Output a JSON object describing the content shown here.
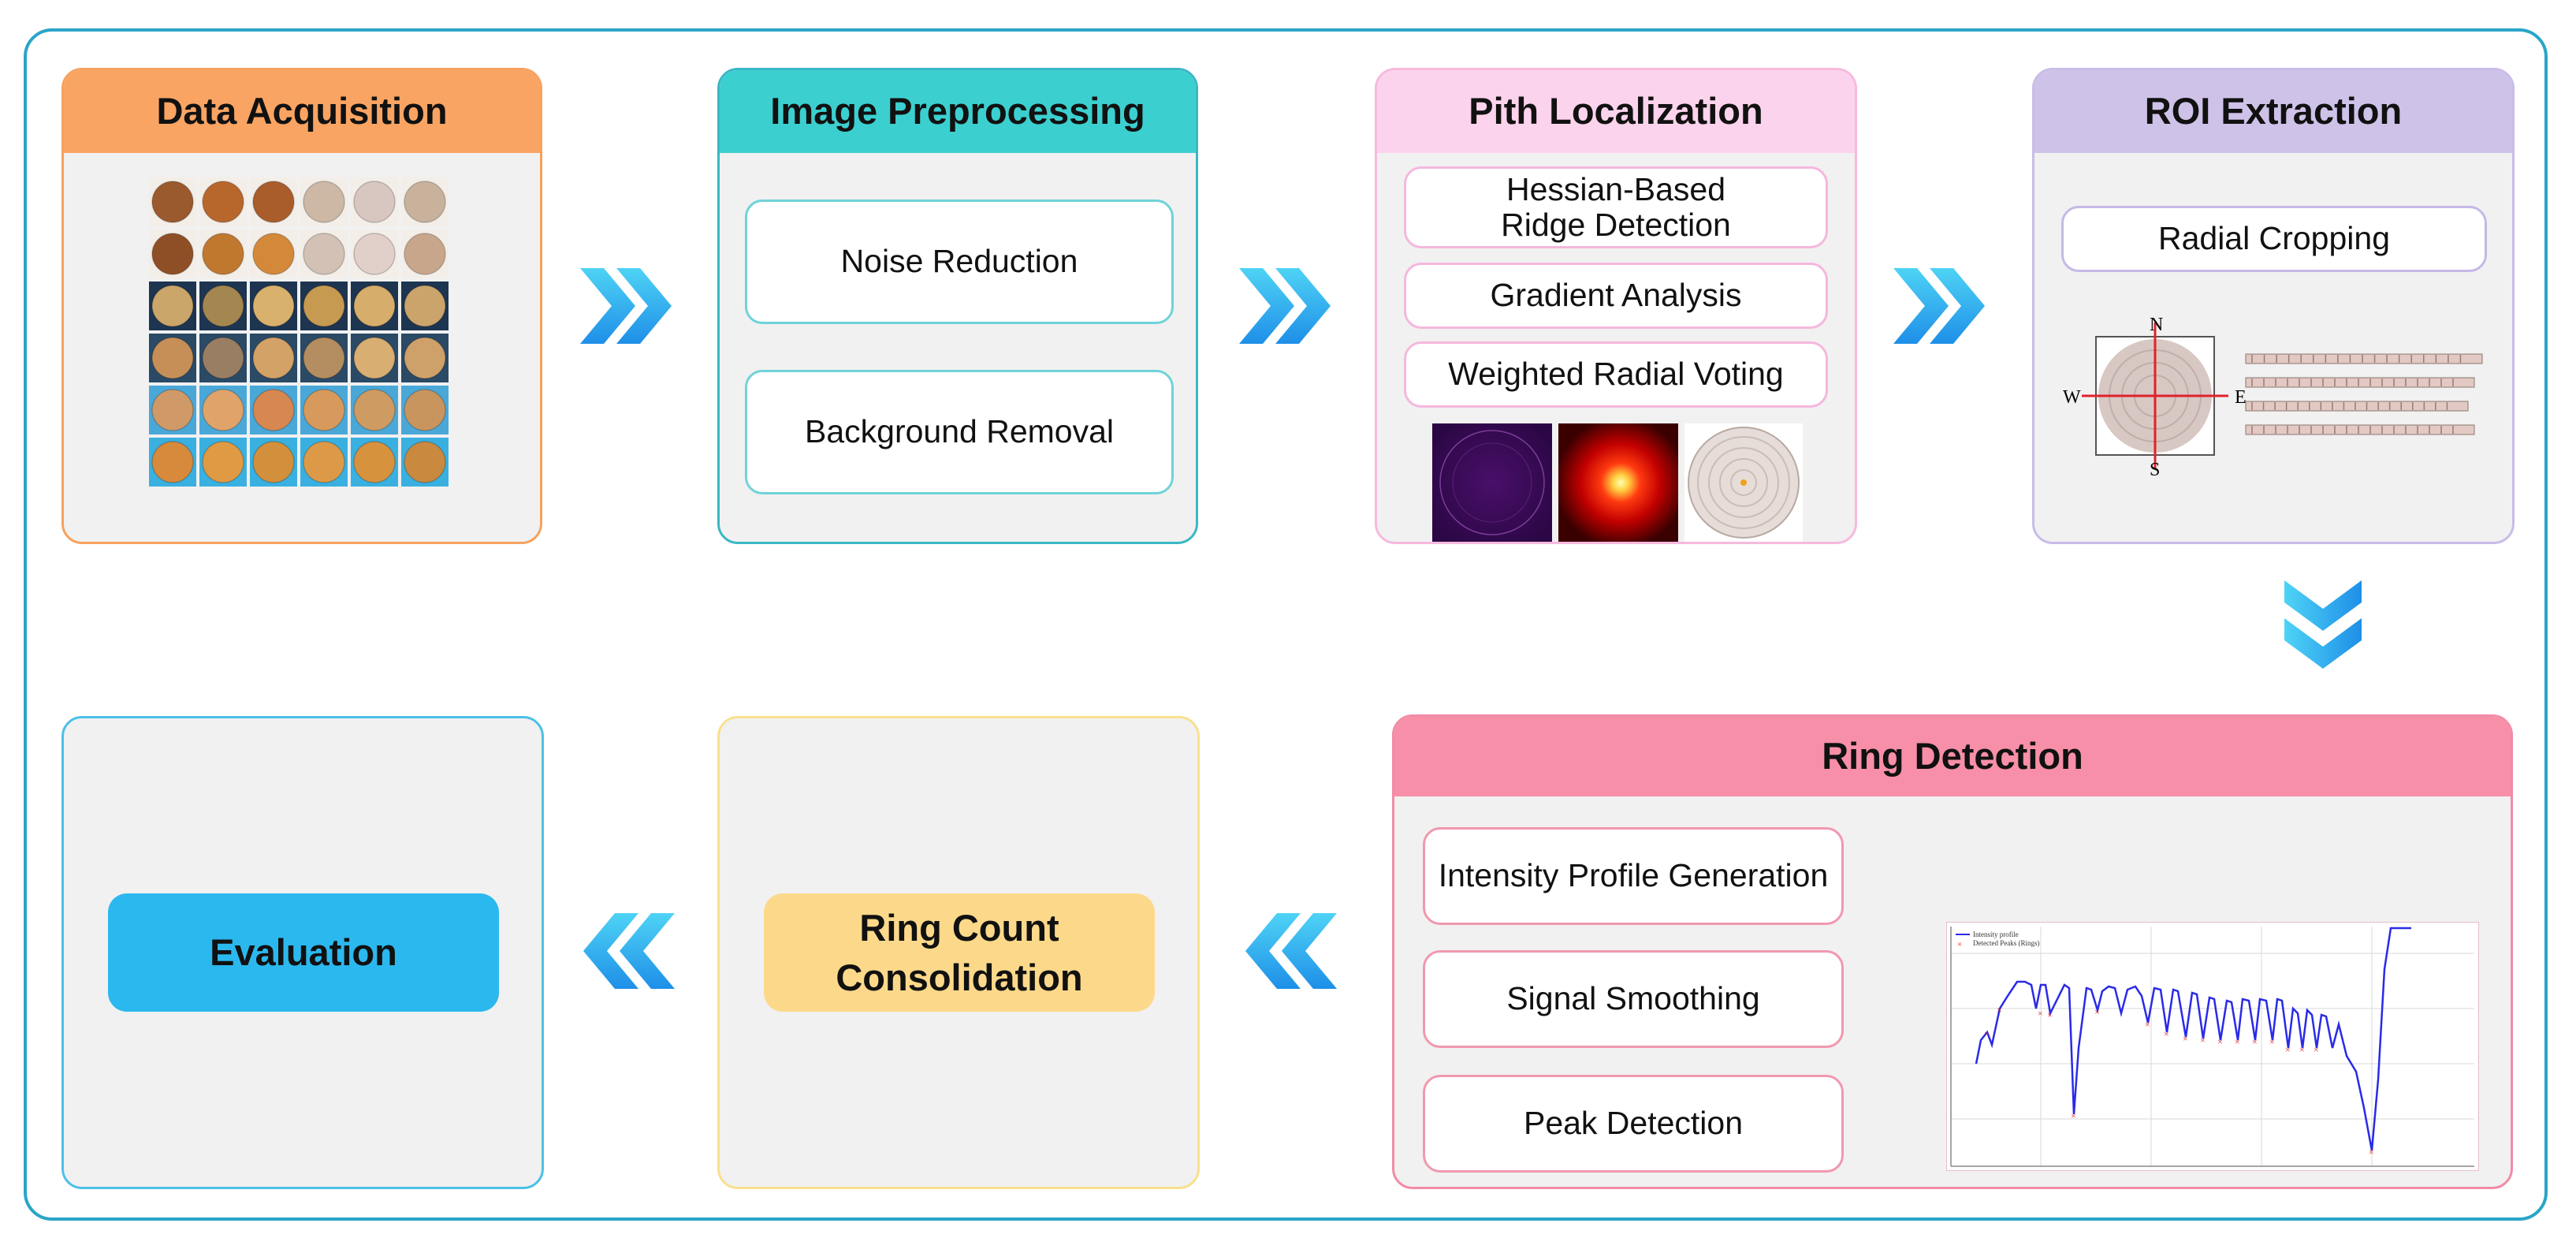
{
  "stages": {
    "data_acquisition": {
      "title": "Data Acquisition",
      "color": "#f9a463",
      "border": "#f6a15e"
    },
    "image_preprocessing": {
      "title": "Image Preprocessing",
      "color": "#3ccfcf",
      "border": "#3ab7c6",
      "steps": [
        "Noise Reduction",
        "Background Removal"
      ]
    },
    "pith_localization": {
      "title": "Pith Localization",
      "color": "#fcd3ec",
      "border": "#f7b9de",
      "steps": [
        "Hessian-Based\nRidge Detection",
        "Gradient Analysis",
        "Weighted Radial Voting"
      ]
    },
    "roi_extraction": {
      "title": "ROI Extraction",
      "color": "#cfc2e8",
      "border": "#c9bce8",
      "steps": [
        "Radial Cropping"
      ],
      "compass": {
        "n": "N",
        "s": "S",
        "w": "W",
        "e": "E"
      }
    },
    "ring_detection": {
      "title": "Ring Detection",
      "color": "#f68fa7",
      "border": "#f28ba6",
      "steps": [
        "Intensity Profile Generation",
        "Signal Smoothing",
        "Peak Detection"
      ],
      "plot_legend": [
        "Intensity profile",
        "Detected Peaks (Rings)"
      ]
    },
    "ring_count": {
      "title": "Ring Count\nConsolidation",
      "color": "#fcd98a",
      "border": "#f9e08f"
    },
    "evaluation": {
      "title": "Evaluation",
      "color": "#2bb8ee",
      "border": "#4cc0e8"
    }
  },
  "colors": {
    "frame": "#2aa5c8",
    "arrow_light": "#4fd3f5",
    "arrow_dark": "#1e8fe8",
    "panel_bg": "#f1f1f1"
  },
  "icons": [
    "double-chevron-right-icon",
    "double-chevron-down-icon",
    "double-chevron-left-icon"
  ]
}
